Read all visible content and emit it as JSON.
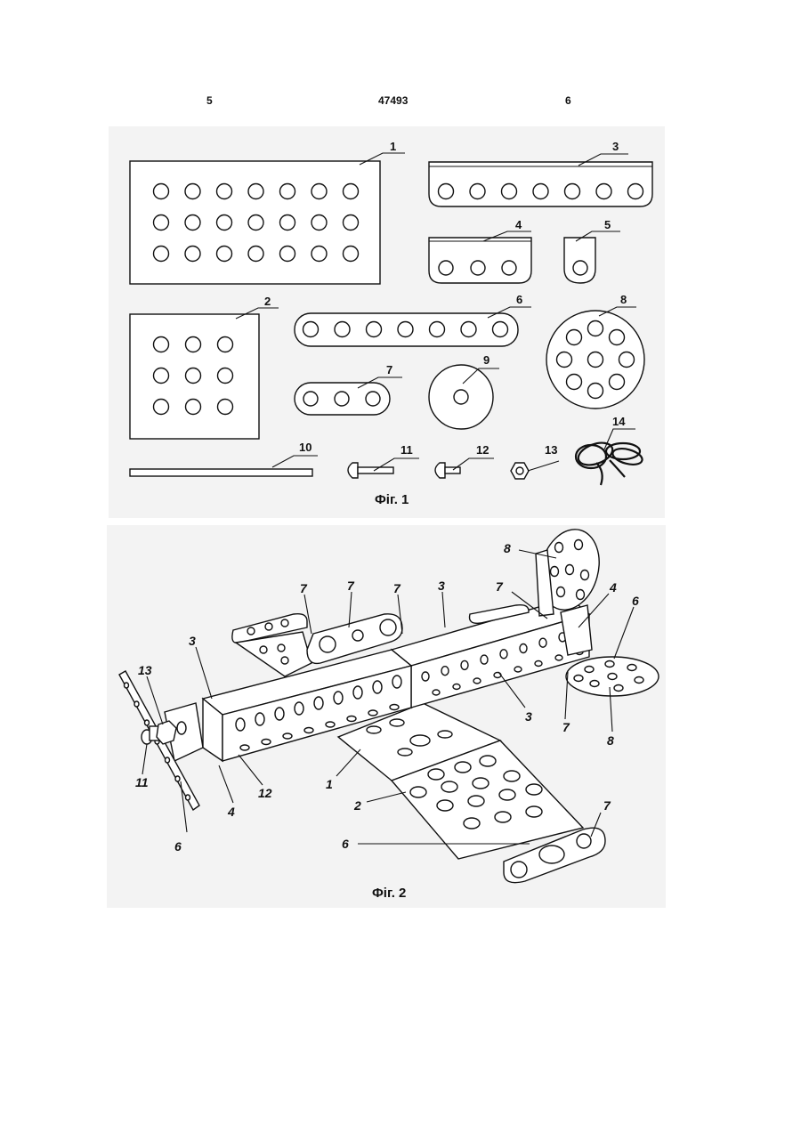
{
  "header": {
    "left_page": "5",
    "doc_number": "47493",
    "right_page": "6"
  },
  "fig1": {
    "caption": "Фіг. 1",
    "labels": [
      "1",
      "2",
      "3",
      "4",
      "5",
      "6",
      "7",
      "8",
      "9",
      "10",
      "11",
      "12",
      "13",
      "14"
    ]
  },
  "fig2": {
    "caption": "Фіг. 2",
    "labels": {
      "l8a": "8",
      "l7a": "7",
      "l7b": "7",
      "l7c": "7",
      "l3a": "3",
      "l7d": "7",
      "l4a": "4",
      "l6a": "6",
      "l3b": "3",
      "l13": "13",
      "l3c": "3",
      "l7e": "7",
      "l8b": "8",
      "l11": "11",
      "l12": "12",
      "l1": "1",
      "l4b": "4",
      "l6b": "6",
      "l2": "2",
      "l6c": "6",
      "l7f": "7"
    }
  }
}
